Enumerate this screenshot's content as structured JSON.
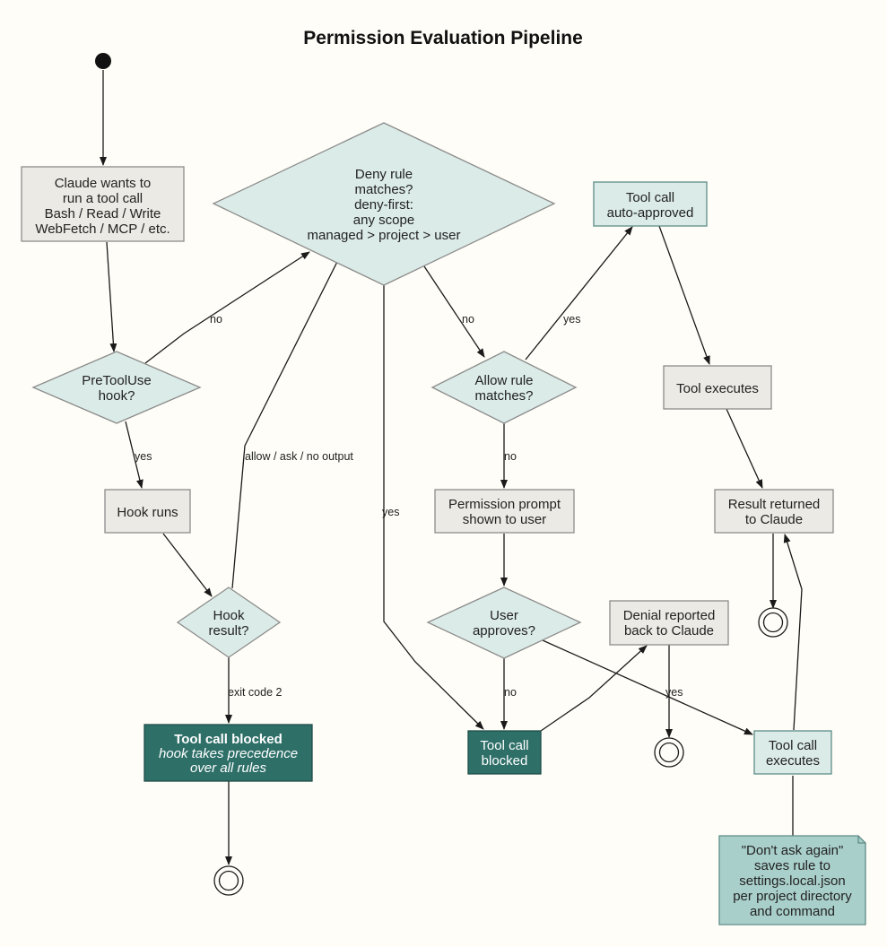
{
  "title": "Permission Evaluation Pipeline",
  "nodes": {
    "claude_wants": [
      "Claude wants to",
      "run a tool call",
      "Bash / Read / Write",
      "WebFetch / MCP / etc."
    ],
    "deny_rule": [
      "Deny rule",
      "matches?",
      "deny-first:",
      "any scope",
      "managed > project > user"
    ],
    "auto_approved": [
      "Tool call",
      "auto-approved"
    ],
    "pretooluse": [
      "PreToolUse",
      "hook?"
    ],
    "allow_rule": [
      "Allow rule",
      "matches?"
    ],
    "tool_executes": [
      "Tool executes"
    ],
    "hook_runs": [
      "Hook runs"
    ],
    "permission_prompt": [
      "Permission prompt",
      "shown to user"
    ],
    "result_returned": [
      "Result returned",
      "to Claude"
    ],
    "hook_result": [
      "Hook",
      "result?"
    ],
    "user_approves": [
      "User",
      "approves?"
    ],
    "denial_reported": [
      "Denial reported",
      "back to Claude"
    ],
    "blocked_by_hook": {
      "title": "Tool call blocked",
      "sub": [
        "hook takes precedence",
        "over all rules"
      ]
    },
    "blocked_by_rule": [
      "Tool call",
      "blocked"
    ],
    "tool_call_executes": [
      "Tool call",
      "executes"
    ],
    "note": [
      "\"Don't ask again\"",
      "saves rule to",
      "settings.local.json",
      "per project directory",
      "and command"
    ]
  },
  "edge_labels": {
    "pretool_no": "no",
    "pretool_yes": "yes",
    "hook_allow": "allow / ask / no output",
    "hook_exit2": "exit code 2",
    "deny_yes": "yes",
    "deny_no": "no",
    "allow_yes": "yes",
    "allow_no": "no",
    "user_no": "no",
    "user_yes": "yes"
  }
}
